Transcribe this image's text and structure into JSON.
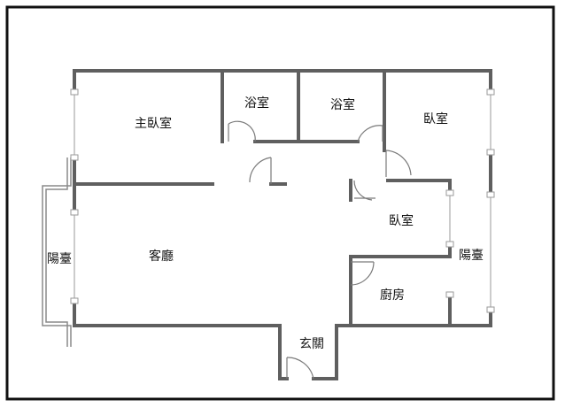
{
  "floorplan": {
    "colors": {
      "frame": "#111111",
      "wall": "#5f5f5f",
      "door": "#7a7a7a",
      "window": "#9a9a9a",
      "text": "#111111"
    },
    "rooms": {
      "master_bedroom": "主臥室",
      "bathroom_1": "浴室",
      "bathroom_2": "浴室",
      "bedroom_1": "臥室",
      "bedroom_2": "臥室",
      "living_room": "客廳",
      "balcony_left": "陽臺",
      "balcony_right": "陽臺",
      "kitchen": "廚房",
      "entrance": "玄關"
    }
  }
}
